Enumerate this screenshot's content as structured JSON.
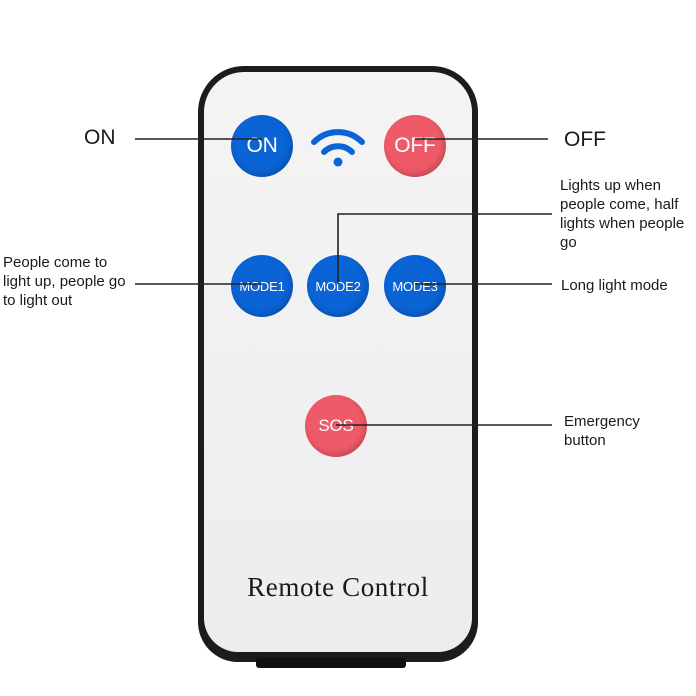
{
  "remote": {
    "title": "Remote Control",
    "buttons": {
      "on": "ON",
      "off": "OFF",
      "mode1": "MODE1",
      "mode2": "MODE2",
      "mode3": "MODE3",
      "sos": "SOS"
    },
    "signal_icon": "wifi-icon",
    "colors": {
      "blue": "#0a64d6",
      "red": "#ef5a68",
      "body": "#1c1c1c"
    }
  },
  "callouts": {
    "on": "ON",
    "off": "OFF",
    "mode1": "People come to light up, people go to light out",
    "mode2": "Lights up when people come, half lights when people go",
    "mode3": "Long light mode",
    "sos": "Emergency button"
  }
}
